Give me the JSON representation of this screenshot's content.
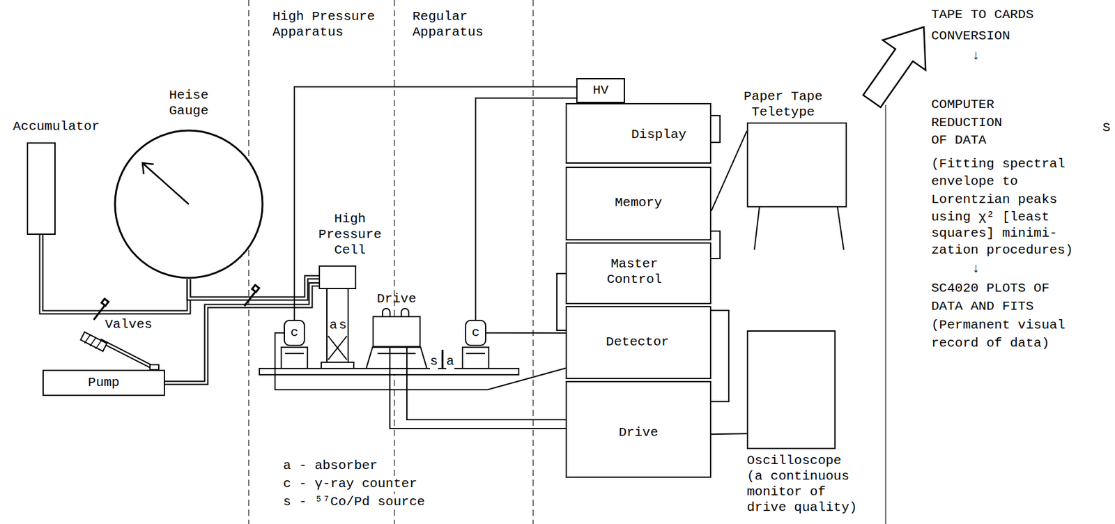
{
  "diagram": {
    "nodes": [
      {
        "text": [
          "Accumulator"
        ]
      },
      {
        "text": [
          "Heise Gauge"
        ]
      },
      {
        "text": [
          "Pump"
        ]
      },
      {
        "text": [
          "High Pressure Cell"
        ]
      },
      {
        "text": [
          "c"
        ]
      },
      {
        "text": [
          "Drive"
        ]
      },
      {
        "text": [
          "c"
        ]
      },
      {
        "text": [
          "HV"
        ]
      },
      {
        "text": [
          "Display"
        ]
      },
      {
        "text": [
          "Memory"
        ]
      },
      {
        "text": [
          "Master Control"
        ]
      },
      {
        "text": [
          "Detector"
        ]
      },
      {
        "text": [
          "Drive"
        ]
      },
      {
        "text": [
          "Paper Tape Teletype"
        ]
      },
      {
        "text": [
          "Oscilloscope",
          "(a continuous monitor of drive quality)"
        ]
      }
    ],
    "edges": [
      {
        "from": 0,
        "to": 1,
        "arrow": "none"
      },
      {
        "from": 1,
        "to": 3,
        "arrow": "none"
      },
      {
        "from": 2,
        "to": 3,
        "arrow": "none"
      },
      {
        "from": 7,
        "to": 4,
        "arrow": "none"
      },
      {
        "from": 7,
        "to": 6,
        "arrow": "none"
      },
      {
        "from": 6,
        "to": 11,
        "arrow": "none"
      },
      {
        "from": 4,
        "to": 11,
        "arrow": "none"
      },
      {
        "from": 5,
        "to": 12,
        "arrow": "none"
      },
      {
        "from": 13,
        "to": 9,
        "arrow": "none"
      },
      {
        "from": 12,
        "to": 14,
        "arrow": "none"
      }
    ],
    "labels": [
      "High Pressure Apparatus",
      "Regular Apparatus",
      "Valves",
      "a",
      "s",
      "s",
      "a",
      "a - absorber",
      "c - γ-ray counter",
      "s - ⁵⁷Co/Pd source",
      "TAPE TO CARDS",
      "CONVERSION",
      "↓",
      "COMPUTER",
      "REDUCTION",
      "OF DATA",
      "(Fitting spectral",
      "envelope to",
      "Lorentzian peaks",
      "using χ² [least",
      "squares] minimi-",
      "zation procedures)",
      "↓",
      "SC4020 PLOTS OF",
      "DATA AND FITS",
      "(Permanent visual",
      "record of data)",
      "S"
    ]
  }
}
